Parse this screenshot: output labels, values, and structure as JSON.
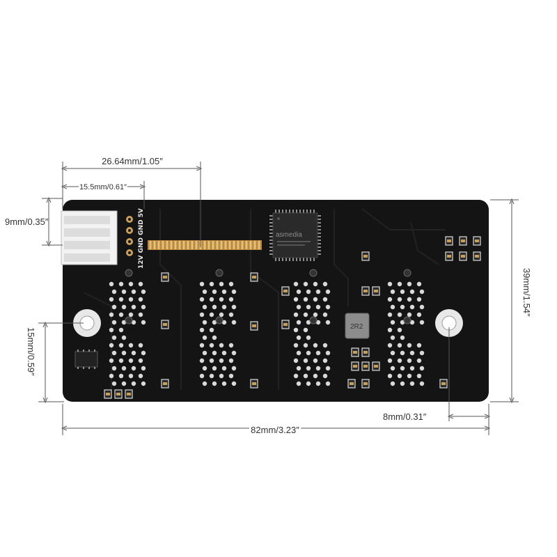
{
  "dimensions": {
    "connector_width": "26.64mm/1.05″",
    "connector_offset": "15.5mm/0.61″",
    "header_height": "9mm/0.35″",
    "board_height": "39mm/1.54″",
    "hole_height": "15mm/0.59″",
    "hole_offset": "8mm/0.31″",
    "board_length": "82mm/3.23″"
  },
  "silkscreen": {
    "pins": "12V GND GND 5V",
    "chip_brand": "asmedia",
    "inductor": "2R2"
  },
  "colors": {
    "board": "#141414",
    "dimension_line": "#555555",
    "copper_pad": "#c9a05a",
    "via": "#d9d9d9"
  }
}
